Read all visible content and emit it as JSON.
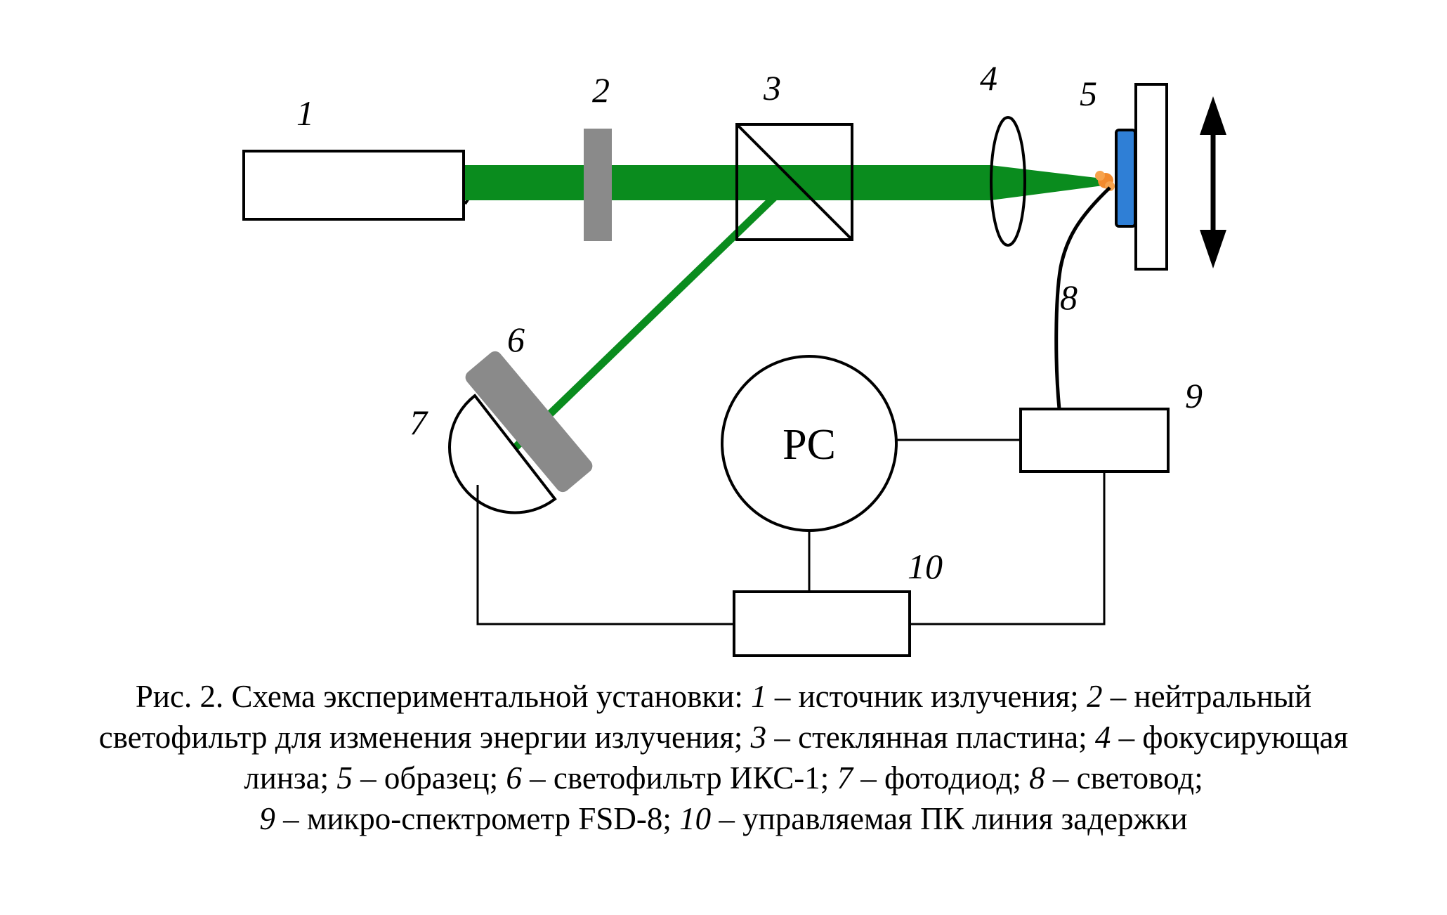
{
  "labels": {
    "n1": "1",
    "n2": "2",
    "n3": "3",
    "n4": "4",
    "n5": "5",
    "n6": "6",
    "n7": "7",
    "n8": "8",
    "n9": "9",
    "n10": "10",
    "pc": "PC"
  },
  "caption": {
    "l1_a": "Рис. 2. Схема экспериментальной установки: ",
    "l1_n1": "1",
    "l1_b": " – источник излучения; ",
    "l1_n2": "2",
    "l1_c": " – нейтральный",
    "l2_a": "светофильтр для изменения энергии излучения; ",
    "l2_n3": "3",
    "l2_b": " – стеклянная пластина; ",
    "l2_n4": "4",
    "l2_c": " – фокусирующая",
    "l3_a": "линза; ",
    "l3_n5": "5",
    "l3_b": " – образец; ",
    "l3_n6": "6",
    "l3_c": " – светофильтр ИКС-1; ",
    "l3_n7": "7",
    "l3_d": " – фотодиод; ",
    "l3_n8": "8",
    "l3_e": " – световод;",
    "l4_n9": "9",
    "l4_a": " – микро-спектрометр FSD-8; ",
    "l4_n10": "10",
    "l4_b": " – управляемая ПК линия задержки"
  },
  "colors": {
    "beam": "#0a8c1e",
    "filter": "#8a8a8a",
    "sample": "#2f7fd6",
    "spot": "#f28a2e"
  }
}
